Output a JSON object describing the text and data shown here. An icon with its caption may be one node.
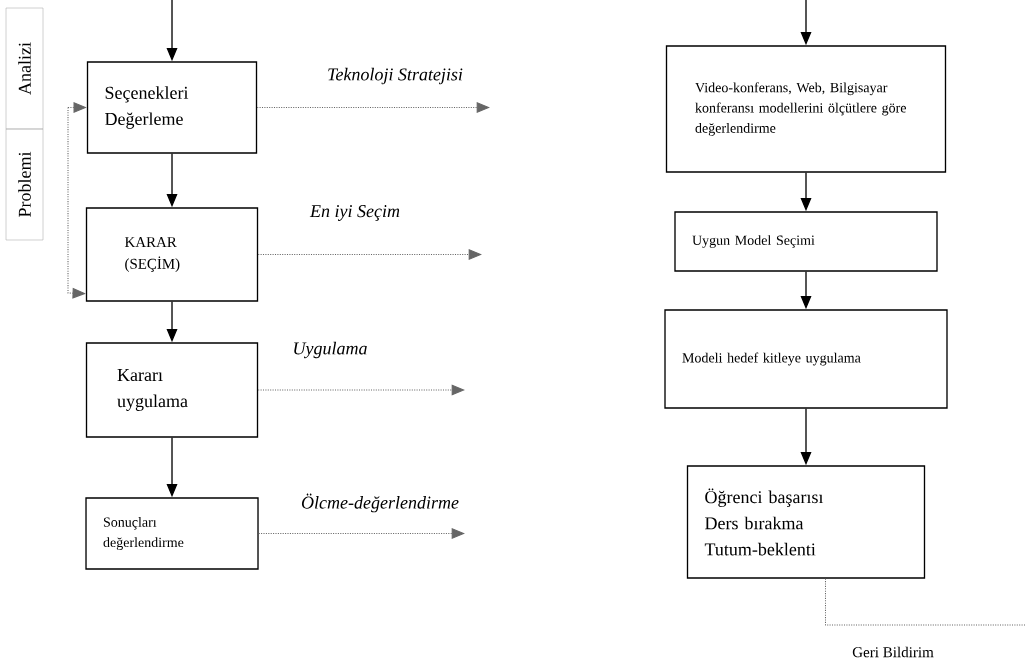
{
  "diagram": {
    "nodes": [
      {
        "text": [
          "Analizi"
        ]
      },
      {
        "text": [
          "Problemi"
        ]
      },
      {
        "text": [
          "Seçenekleri Değerleme"
        ]
      },
      {
        "text": [
          "KARAR (SEÇİM)"
        ]
      },
      {
        "text": [
          "Kararı uygulama"
        ]
      },
      {
        "text": [
          "Sonuçları değerlendirme"
        ]
      },
      {
        "text": [
          "Video-konferans, Web, Bilgisayar konferansı modellerini ölçütlere göre değerlendirme"
        ]
      },
      {
        "text": [
          "Uygun Model Seçimi"
        ]
      },
      {
        "text": [
          "Modeli hedef kitleye uygulama"
        ]
      },
      {
        "text": [
          "Öğrenci başarısı",
          "Ders bırakma",
          "Tutum-beklenti"
        ]
      }
    ],
    "edges": [
      {
        "from": null,
        "to": 2,
        "arrow": "to"
      },
      {
        "from": 2,
        "to": 3,
        "arrow": "to"
      },
      {
        "from": 3,
        "to": 4,
        "arrow": "to"
      },
      {
        "from": 4,
        "to": 5,
        "arrow": "to"
      },
      {
        "from": 2,
        "to": null,
        "arrow": "to",
        "label": "Teknoloji Stratejisi",
        "style": "dashed",
        "color": "#666666"
      },
      {
        "from": 3,
        "to": null,
        "arrow": "to",
        "label": "En iyi Seçim",
        "style": "dashed",
        "color": "#666666"
      },
      {
        "from": 4,
        "to": null,
        "arrow": "to",
        "label": "Uygulama",
        "style": "dashed",
        "color": "#666666"
      },
      {
        "from": 5,
        "to": null,
        "arrow": "to",
        "label": "Ölcme-değerlendirme",
        "style": "dashed",
        "color": "#666666"
      },
      {
        "from": null,
        "to": 2,
        "arrow": "to",
        "style": "dashed",
        "color": "#666666"
      },
      {
        "from": null,
        "to": 3,
        "arrow": "to",
        "style": "dashed",
        "color": "#666666"
      },
      {
        "from": null,
        "to": 6,
        "arrow": "to"
      },
      {
        "from": 6,
        "to": 7,
        "arrow": "to"
      },
      {
        "from": 7,
        "to": 8,
        "arrow": "to"
      },
      {
        "from": 8,
        "to": 9,
        "arrow": "to"
      },
      {
        "from": 9,
        "to": null,
        "arrow": "none",
        "label": "Geri Bildirim",
        "style": "dashed",
        "color": "#666666"
      }
    ]
  }
}
